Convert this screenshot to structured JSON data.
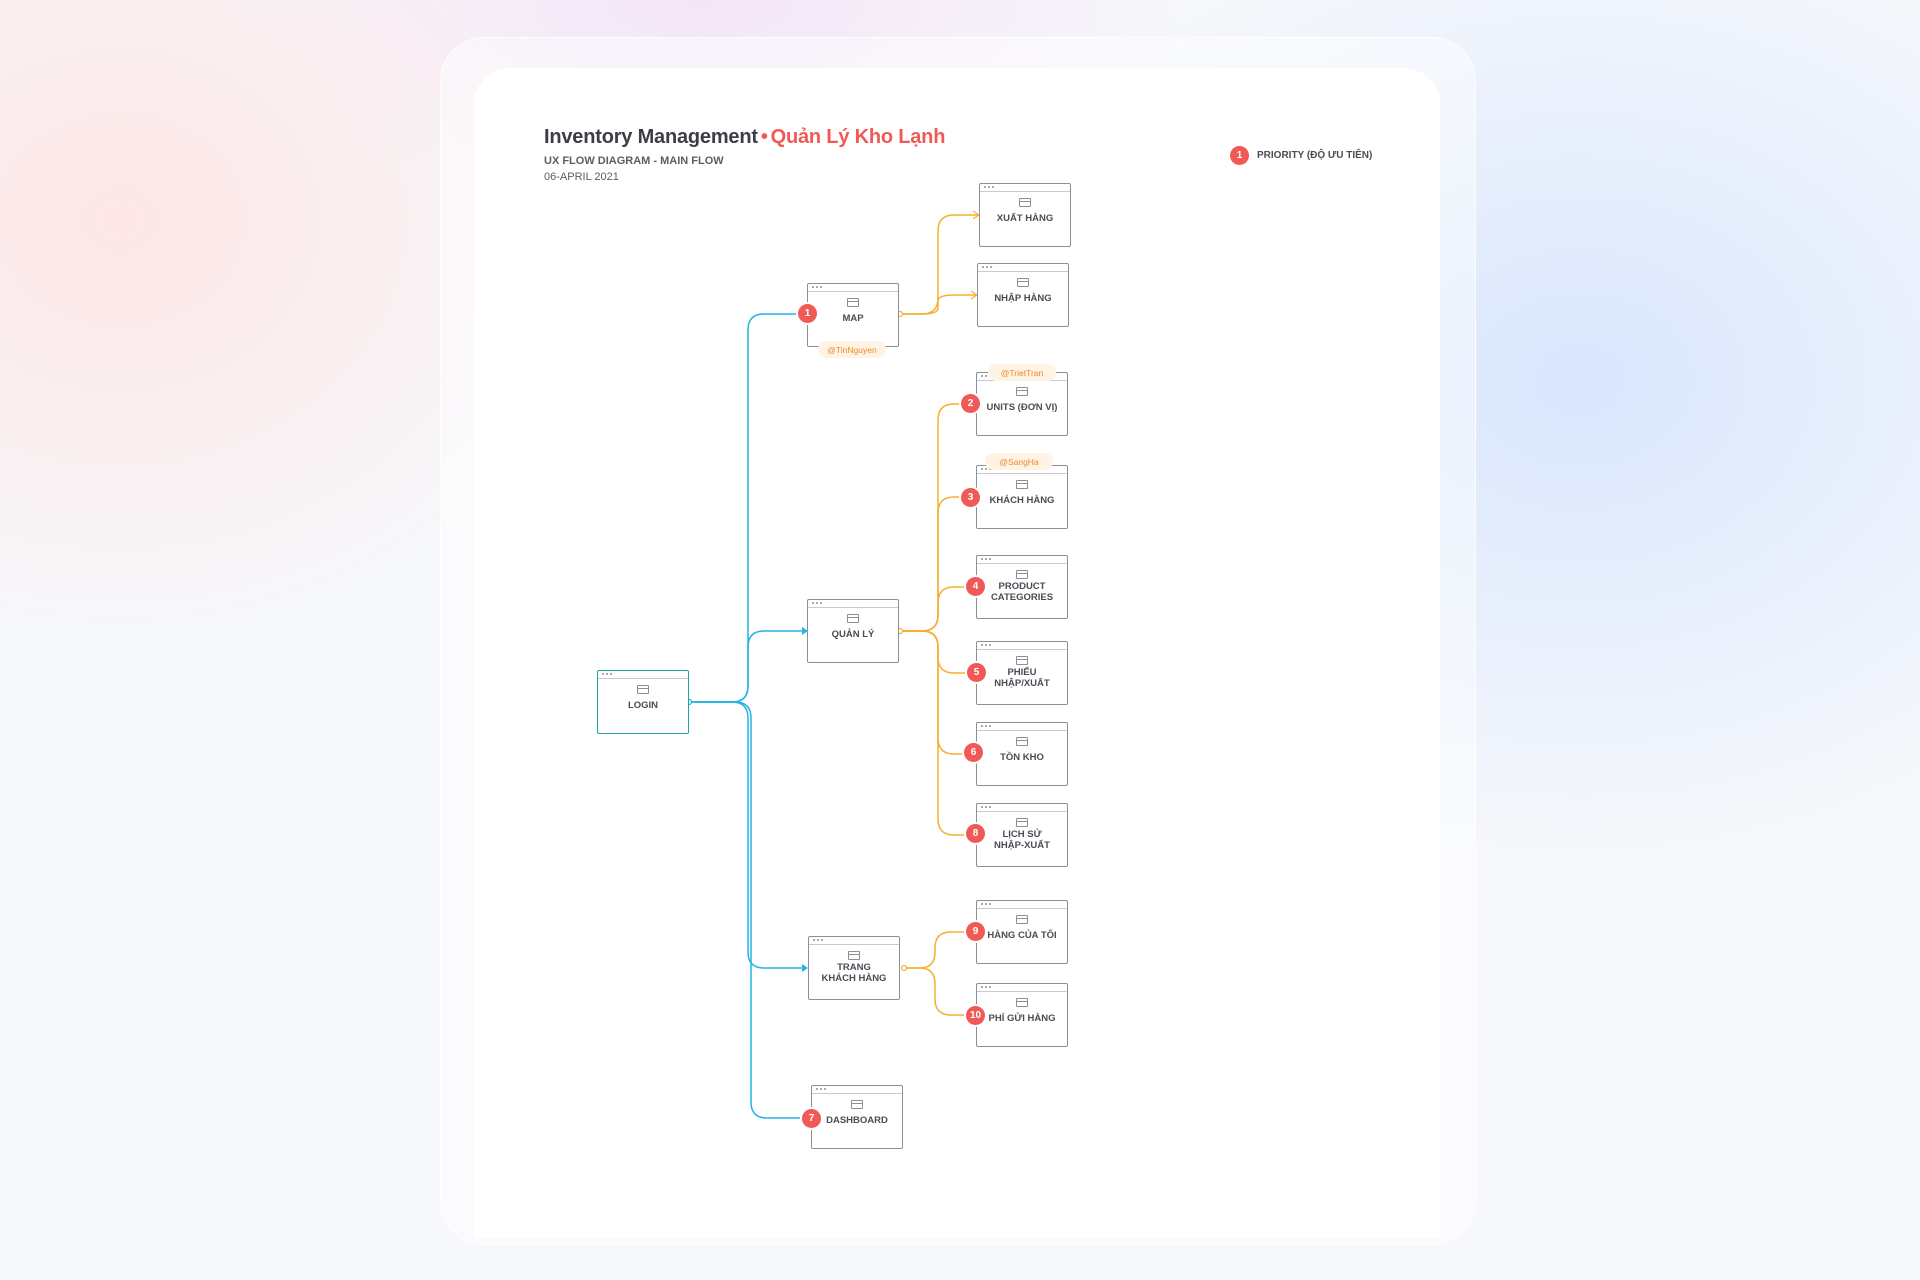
{
  "header": {
    "title": "Inventory Management",
    "separator": "•",
    "title_accent": "Quản Lý Kho Lạnh",
    "subtitle": "UX FLOW DIAGRAM - MAIN FLOW",
    "date": "06-APRIL 2021"
  },
  "legend": {
    "badge": "1",
    "label": "PRIORITY (ĐỘ ƯU TIÊN)"
  },
  "screens": {
    "login": {
      "label": "LOGIN"
    },
    "map": {
      "label": "MAP",
      "priority": "1",
      "owner": "@TinNguyen"
    },
    "xuat_hang": {
      "label": "XUẤT HÀNG"
    },
    "nhap_hang": {
      "label": "NHẬP HÀNG"
    },
    "quan_ly": {
      "label": "QUẢN LÝ"
    },
    "units": {
      "label": "UNITS (ĐƠN VỊ)",
      "priority": "2",
      "owner": "@TrietTran"
    },
    "khach_hang": {
      "label": "KHÁCH HÀNG",
      "priority": "3",
      "owner": "@SangHa"
    },
    "product_categories": {
      "label_line1": "PRODUCT",
      "label_line2": "CATEGORIES",
      "priority": "4"
    },
    "phieu_nhap_xuat": {
      "label_line1": "PHIẾU",
      "label_line2": "NHẬP/XUẤT",
      "priority": "5"
    },
    "ton_kho": {
      "label": "TỒN KHO",
      "priority": "6"
    },
    "lich_su": {
      "label_line1": "LỊCH SỬ",
      "label_line2": "NHẬP-XUẤT",
      "priority": "8"
    },
    "trang_khach_hang": {
      "label_line1": "TRANG",
      "label_line2": "KHÁCH HÀNG"
    },
    "hang_cua_toi": {
      "label": "HÀNG CỦA TÔI",
      "priority": "9"
    },
    "phi_gui_hang": {
      "label": "PHÍ GỬI HÀNG",
      "priority": "10"
    },
    "dashboard": {
      "label": "DASHBOARD",
      "priority": "7"
    }
  },
  "colors": {
    "accent": "#f05a56",
    "primary_flow": "#25b3e6",
    "secondary_flow": "#f5b031",
    "login_border": "#1fa89a",
    "owner_tag_bg": "#fff3e3",
    "owner_tag_text": "#e98a2a"
  }
}
